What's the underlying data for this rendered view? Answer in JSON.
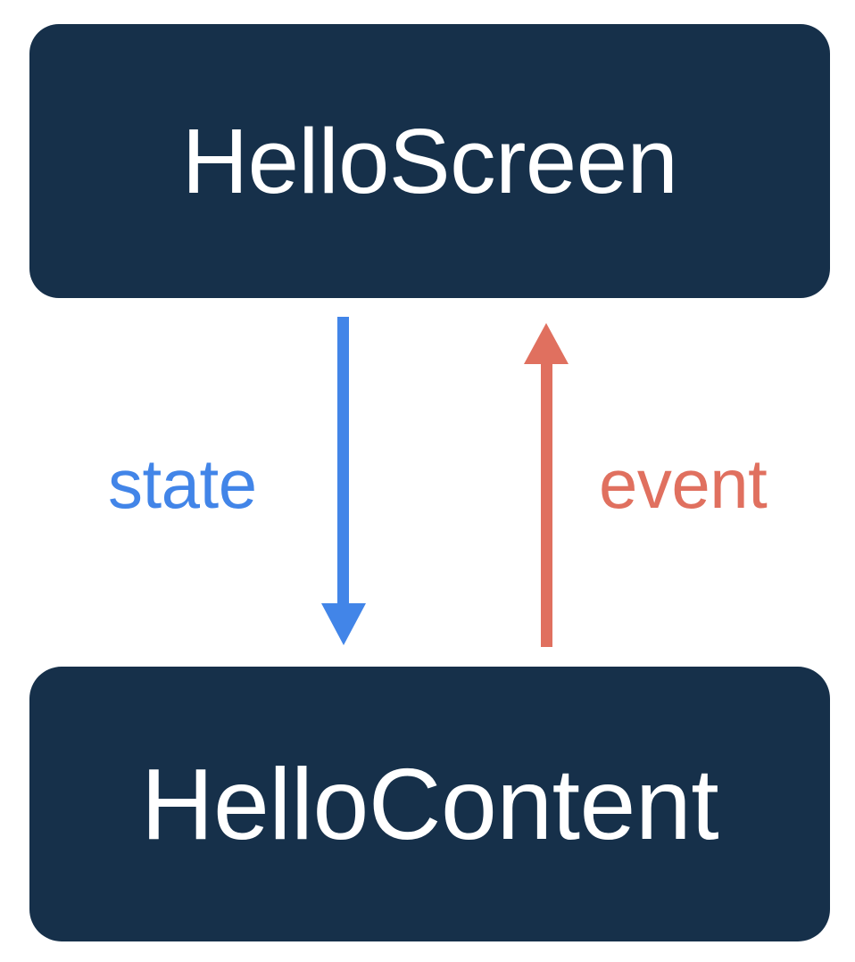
{
  "diagram": {
    "title": "HelloScreen / HelloContent unidirectional data flow",
    "background_color": "#ffffff",
    "node_fill_color": "#16304a",
    "node_text_color": "#ffffff",
    "nodes": [
      {
        "id": "hello-screen",
        "label": "HelloScreen",
        "shape": "rounded-rectangle",
        "fill": "#16304a",
        "text_color": "#ffffff"
      },
      {
        "id": "hello-content",
        "label": "HelloContent",
        "shape": "rounded-rectangle",
        "fill": "#16304a",
        "text_color": "#ffffff"
      }
    ],
    "edges": [
      {
        "id": "state-edge",
        "label": "state",
        "from": "hello-screen",
        "to": "hello-content",
        "direction": "down",
        "color": "#4285e8",
        "icon": "down-arrow-icon"
      },
      {
        "id": "event-edge",
        "label": "event",
        "from": "hello-content",
        "to": "hello-screen",
        "direction": "up",
        "color": "#e0705f",
        "icon": "up-arrow-icon"
      }
    ]
  }
}
